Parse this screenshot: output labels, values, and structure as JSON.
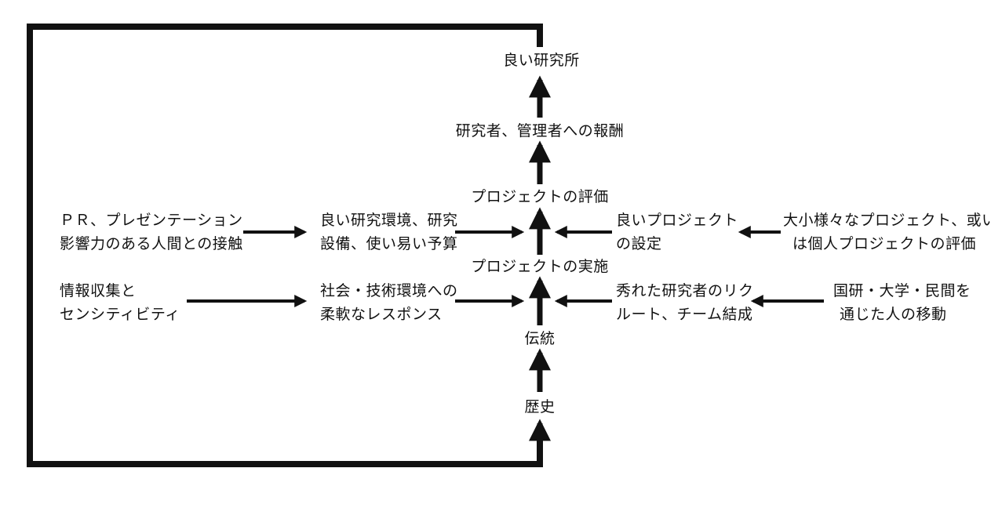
{
  "spine": {
    "top": "良い研究所",
    "reward": "研究者、管理者への報酬",
    "evaluation": "プロジェクトの評価",
    "implementation": "プロジェクトの実施",
    "tradition": "伝統",
    "history": "歴史"
  },
  "left_outer": {
    "top": [
      "ＰＲ、プレゼンテーション",
      "影響力のある人間との接触"
    ],
    "bottom": [
      "情報収集と",
      "センシティビティ"
    ]
  },
  "left_inner": {
    "top": [
      "良い研究環境、研究",
      "設備、使い易い予算"
    ],
    "bottom": [
      "社会・技術環境への",
      "柔軟なレスポンス"
    ]
  },
  "right_inner": {
    "top": [
      "良いプロジェクト",
      "の設定"
    ],
    "bottom": [
      "秀れた研究者のリク",
      "ルート、チーム結成"
    ]
  },
  "right_outer": {
    "top": [
      "大小様々なプロジェクト、或い",
      "は個人プロジェクトの評価"
    ],
    "bottom": [
      "国研・大学・民間を",
      "通じた人の移動"
    ]
  },
  "colors": {
    "ink": "#111111",
    "background": "#ffffff"
  }
}
